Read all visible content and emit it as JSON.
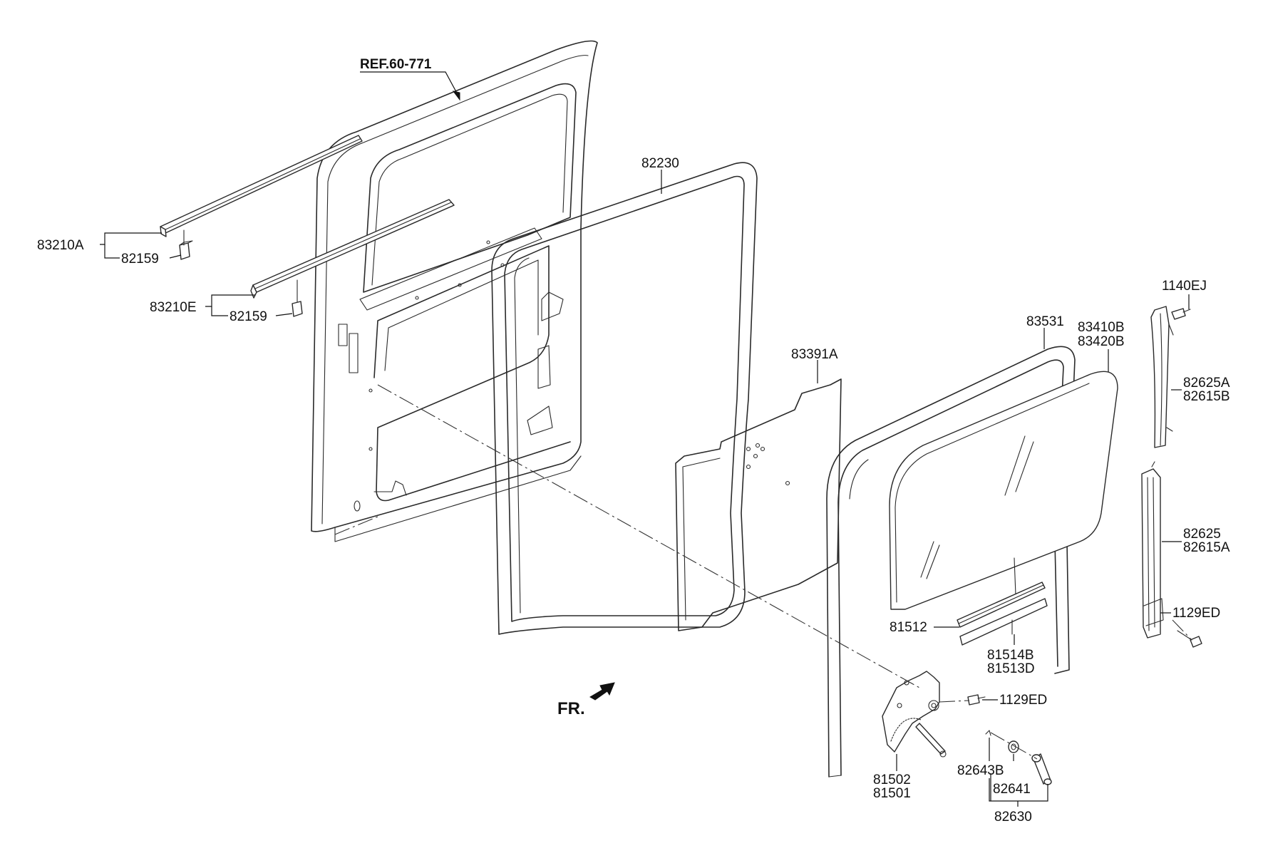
{
  "reference": "REF.60-771",
  "front_marker": "FR.",
  "labels": {
    "p83210A": "83210A",
    "p82159_a": "82159",
    "p83210E": "83210E",
    "p82159_b": "82159",
    "p82230": "82230",
    "p83391A": "83391A",
    "p83531": "83531",
    "p83410B": "83410B",
    "p83420B": "83420B",
    "p1140EJ": "1140EJ",
    "p82625A": "82625A",
    "p82615B": "82615B",
    "p82625": "82625",
    "p82615A": "82615A",
    "p1129ED_a": "1129ED",
    "p81512": "81512",
    "p81514B": "81514B",
    "p81513D": "81513D",
    "p1129ED_b": "1129ED",
    "p81502": "81502",
    "p81501": "81501",
    "p82643B": "82643B",
    "p82641": "82641",
    "p82630": "82630"
  }
}
